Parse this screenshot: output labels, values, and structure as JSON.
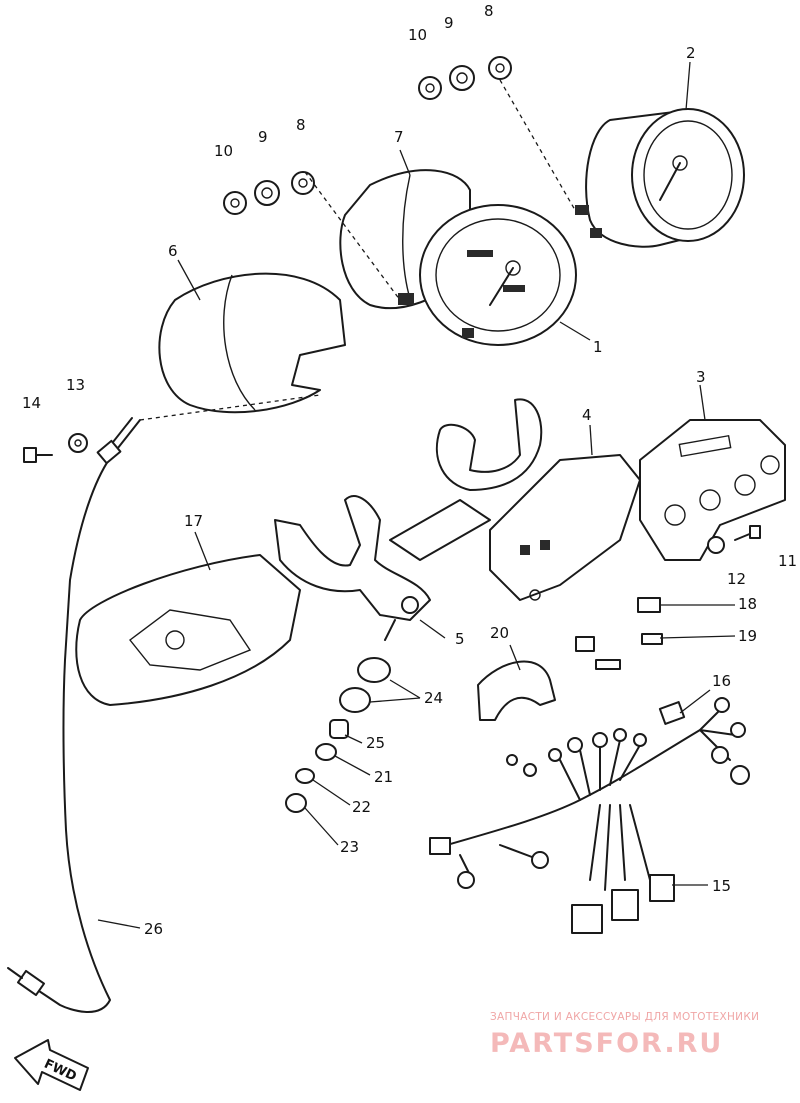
{
  "callouts": {
    "c1": "1",
    "c2": "2",
    "c3": "3",
    "c4": "4",
    "c5": "5",
    "c6": "6",
    "c7": "7",
    "c8a": "8",
    "c8b": "8",
    "c9a": "9",
    "c9b": "9",
    "c10a": "10",
    "c10b": "10",
    "c11": "11",
    "c12": "12",
    "c13": "13",
    "c14": "14",
    "c15": "15",
    "c16": "16",
    "c17": "17",
    "c18": "18",
    "c19": "19",
    "c20": "20",
    "c21": "21",
    "c22": "22",
    "c23": "23",
    "c24": "24",
    "c25": "25",
    "c26": "26"
  },
  "direction_arrow": {
    "label": "FWD"
  },
  "watermark": {
    "tagline": "ЗАПЧАСТИ И АКСЕССУАРЫ ДЛЯ МОТОТЕХНИКИ",
    "brand": "PARTSFOR.RU",
    "color": "#f4b9b9"
  }
}
